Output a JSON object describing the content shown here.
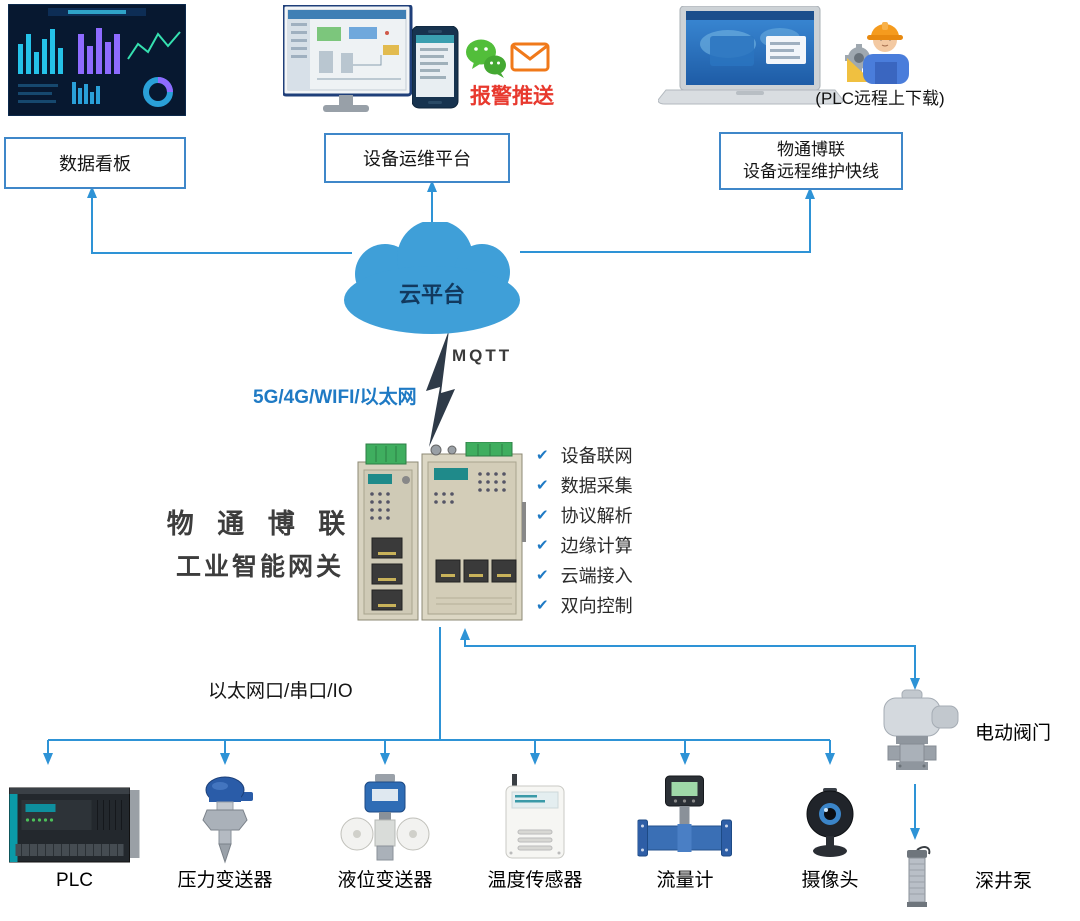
{
  "top_row": {
    "dashboard": {
      "label": "数据看板"
    },
    "om_platform": {
      "label": "设备运维平台",
      "alarm_push": "报警推送"
    },
    "remote": {
      "label_line1": "物通博联",
      "label_line2": "设备远程维护快线",
      "plc_note": "(PLC远程上下载)"
    }
  },
  "cloud": {
    "label": "云平台"
  },
  "links": {
    "mqtt": "MQTT",
    "uplink": "5G/4G/WIFI/以太网",
    "downlink": "以太网口/串口/IO"
  },
  "gateway": {
    "title_line1": "物 通 博 联",
    "title_line2": "工业智能网关",
    "features": [
      {
        "check": "✔",
        "label": "设备联网"
      },
      {
        "check": "✔",
        "label": "数据采集"
      },
      {
        "check": "✔",
        "label": "协议解析"
      },
      {
        "check": "✔",
        "label": "边缘计算"
      },
      {
        "check": "✔",
        "label": "云端接入"
      },
      {
        "check": "✔",
        "label": "双向控制"
      }
    ]
  },
  "devices": [
    {
      "label": "PLC"
    },
    {
      "label": "压力变送器"
    },
    {
      "label": "液位变送器"
    },
    {
      "label": "温度传感器"
    },
    {
      "label": "流量计"
    },
    {
      "label": "摄像头"
    }
  ],
  "actuators": [
    {
      "label": "电动阀门"
    },
    {
      "label": "深井泵"
    }
  ],
  "colors": {
    "line_blue": "#2e93d6",
    "cloud_blue": "#3f9fd8",
    "box_border": "#3f87c9",
    "alarm_red": "#e8392e",
    "wechat_green": "#52be3a",
    "mail_orange": "#f0791a",
    "check_blue": "#1f7ac4"
  }
}
